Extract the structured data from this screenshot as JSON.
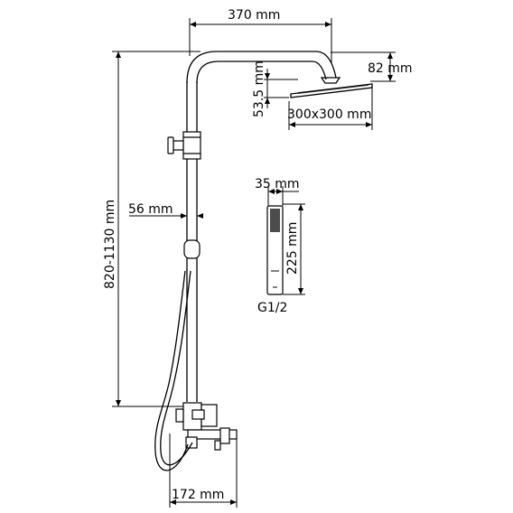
{
  "dimensions": {
    "arm_length": "370 mm",
    "head_thickness": "82 mm",
    "head_drop": "53.5 mm",
    "head_size": "300x300 mm",
    "rail_offset": "56 mm",
    "height_range": "820-1130 mm",
    "hand_shower_width": "35 mm",
    "hand_shower_length": "225 mm",
    "thread": "G1/2",
    "spout_length": "172 mm"
  }
}
